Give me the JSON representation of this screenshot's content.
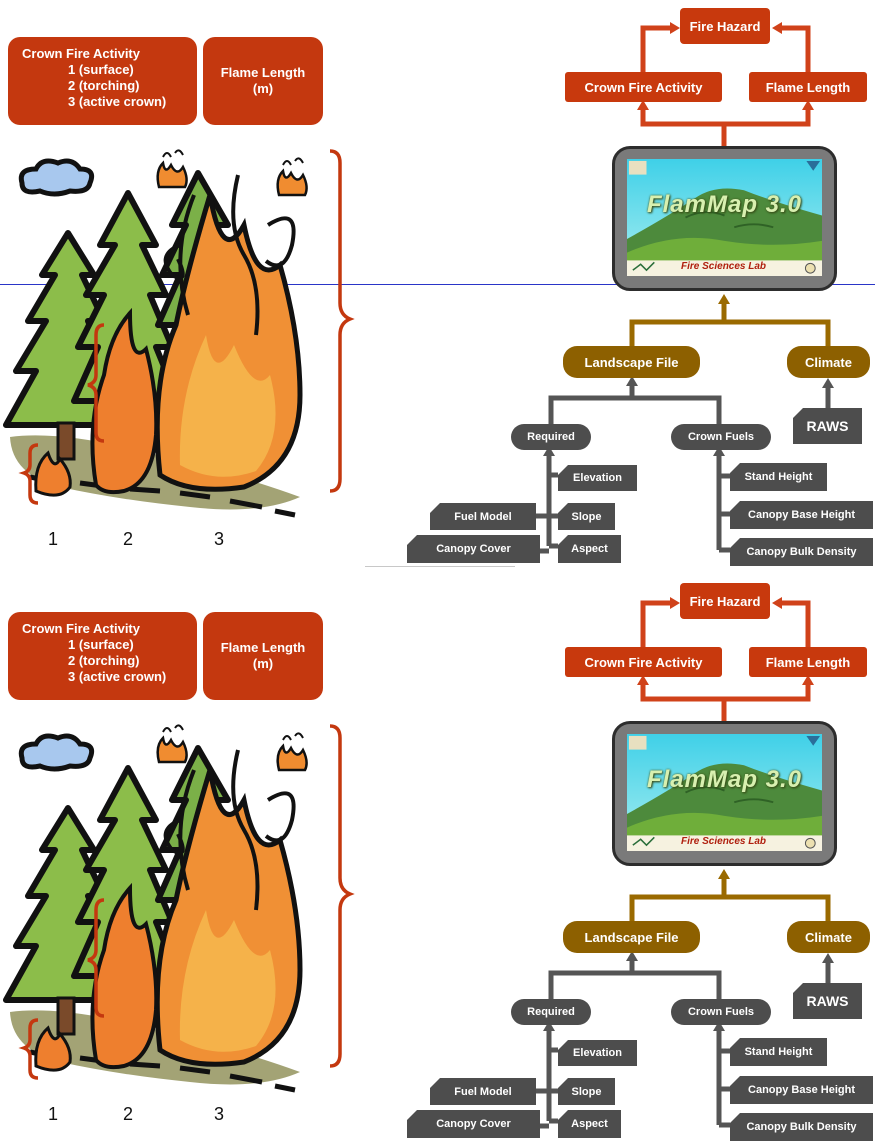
{
  "panels": [
    {
      "crown_fire_box": {
        "title": "Crown Fire Activity",
        "level_1": "1 (surface)",
        "level_2": "2 (torching)",
        "level_3": "3 (active crown)"
      },
      "flame_length_box": {
        "line1": "Flame Length",
        "line2": "(m)"
      },
      "scale_labels": [
        "1",
        "2",
        "3"
      ],
      "flow": {
        "fire_hazard": "Fire Hazard",
        "crown_fire_activity": "Crown Fire Activity",
        "flame_length": "Flame Length",
        "app_title": "FlamMap 3.0",
        "lab_label": "Fire Sciences Lab",
        "landscape_file": "Landscape File",
        "climate": "Climate",
        "raws": "RAWS",
        "required": "Required",
        "crown_fuels": "Crown Fuels",
        "elevation": "Elevation",
        "fuel_model": "Fuel Model",
        "slope": "Slope",
        "canopy_cover": "Canopy Cover",
        "aspect": "Aspect",
        "stand_height": "Stand Height",
        "canopy_base_height": "Canopy Base Height",
        "canopy_bulk_density": "Canopy Bulk Density"
      }
    },
    {
      "crown_fire_box": {
        "title": "Crown Fire Activity",
        "level_1": "1 (surface)",
        "level_2": "2 (torching)",
        "level_3": "3 (active crown)"
      },
      "flame_length_box": {
        "line1": "Flame Length",
        "line2": "(m)"
      },
      "scale_labels": [
        "1",
        "2",
        "3"
      ],
      "flow": {
        "fire_hazard": "Fire Hazard",
        "crown_fire_activity": "Crown Fire Activity",
        "flame_length": "Flame Length",
        "app_title": "FlamMap 3.0",
        "lab_label": "Fire Sciences Lab",
        "landscape_file": "Landscape File",
        "climate": "Climate",
        "raws": "RAWS",
        "required": "Required",
        "crown_fuels": "Crown Fuels",
        "elevation": "Elevation",
        "fuel_model": "Fuel Model",
        "slope": "Slope",
        "canopy_cover": "Canopy Cover",
        "aspect": "Aspect",
        "stand_height": "Stand Height",
        "canopy_base_height": "Canopy Base Height",
        "canopy_bulk_density": "Canopy Bulk Density"
      }
    }
  ],
  "colors": {
    "red_accent": "#c4380f",
    "brown_node": "#8d6000",
    "gray_node": "#4d4d4d",
    "connector_red": "#d0421a",
    "connector_brown": "#9a6a00",
    "connector_gray": "#555555",
    "divider_line": "#2a35c8"
  }
}
